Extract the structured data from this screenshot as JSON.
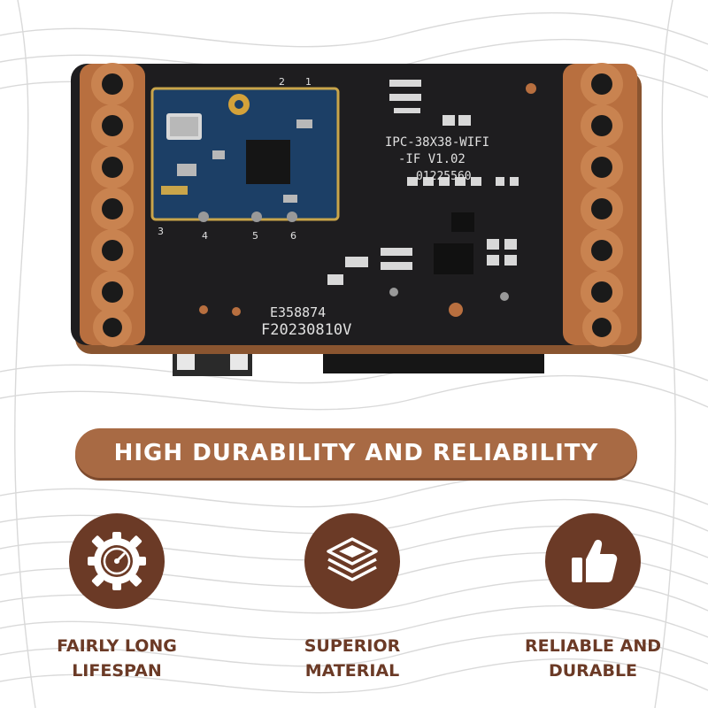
{
  "board": {
    "model_line1": "IPC-38X38-WIFI",
    "model_line2": "-IF V1.02",
    "serial_small": "01225560",
    "code": "E358874",
    "date_code": "F20230810V",
    "pin_labels": [
      "2",
      "3",
      "4",
      "5",
      "6",
      "1"
    ]
  },
  "banner": {
    "text": "HIGH DURABILITY AND RELIABILITY"
  },
  "features": [
    {
      "icon": "gear-gauge-icon",
      "line1": "FAIRLY LONG",
      "line2": "LIFESPAN"
    },
    {
      "icon": "layers-icon",
      "line1": "SUPERIOR",
      "line2": "MATERIAL"
    },
    {
      "icon": "thumbs-up-icon",
      "line1": "RELIABLE AND",
      "line2": "DURABLE"
    }
  ],
  "colors": {
    "brand_brown": "#6b3a26",
    "banner_copper": "#a86a44",
    "pcb_black": "#1e1d1f",
    "copper_pad": "#c47a45",
    "module_blue": "#1c3f66"
  }
}
